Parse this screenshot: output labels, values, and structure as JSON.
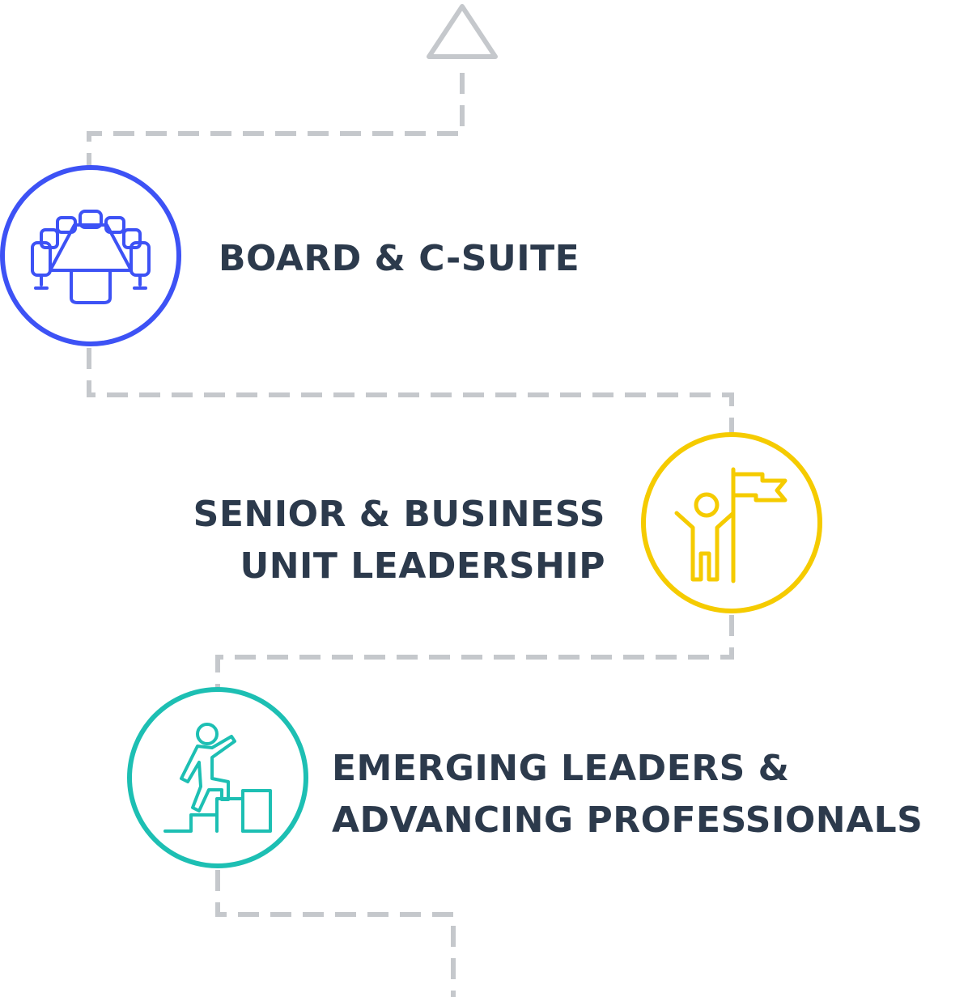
{
  "levels": [
    {
      "id": "board",
      "lines": [
        "BOARD & C-SUITE"
      ],
      "icon": "conference-table-icon",
      "color": "#3D52F5"
    },
    {
      "id": "senior",
      "lines": [
        "SENIOR & BUSINESS",
        "UNIT LEADERSHIP"
      ],
      "icon": "person-with-flag-icon",
      "color": "#F5CB00"
    },
    {
      "id": "emerging",
      "lines": [
        "EMERGING LEADERS &",
        "ADVANCING PROFESSIONALS"
      ],
      "icon": "person-climbing-stairs-icon",
      "color": "#1DBFB3"
    }
  ],
  "connector_color": "#C5C8CC",
  "top_marker_icon": "triangle-outline-icon"
}
